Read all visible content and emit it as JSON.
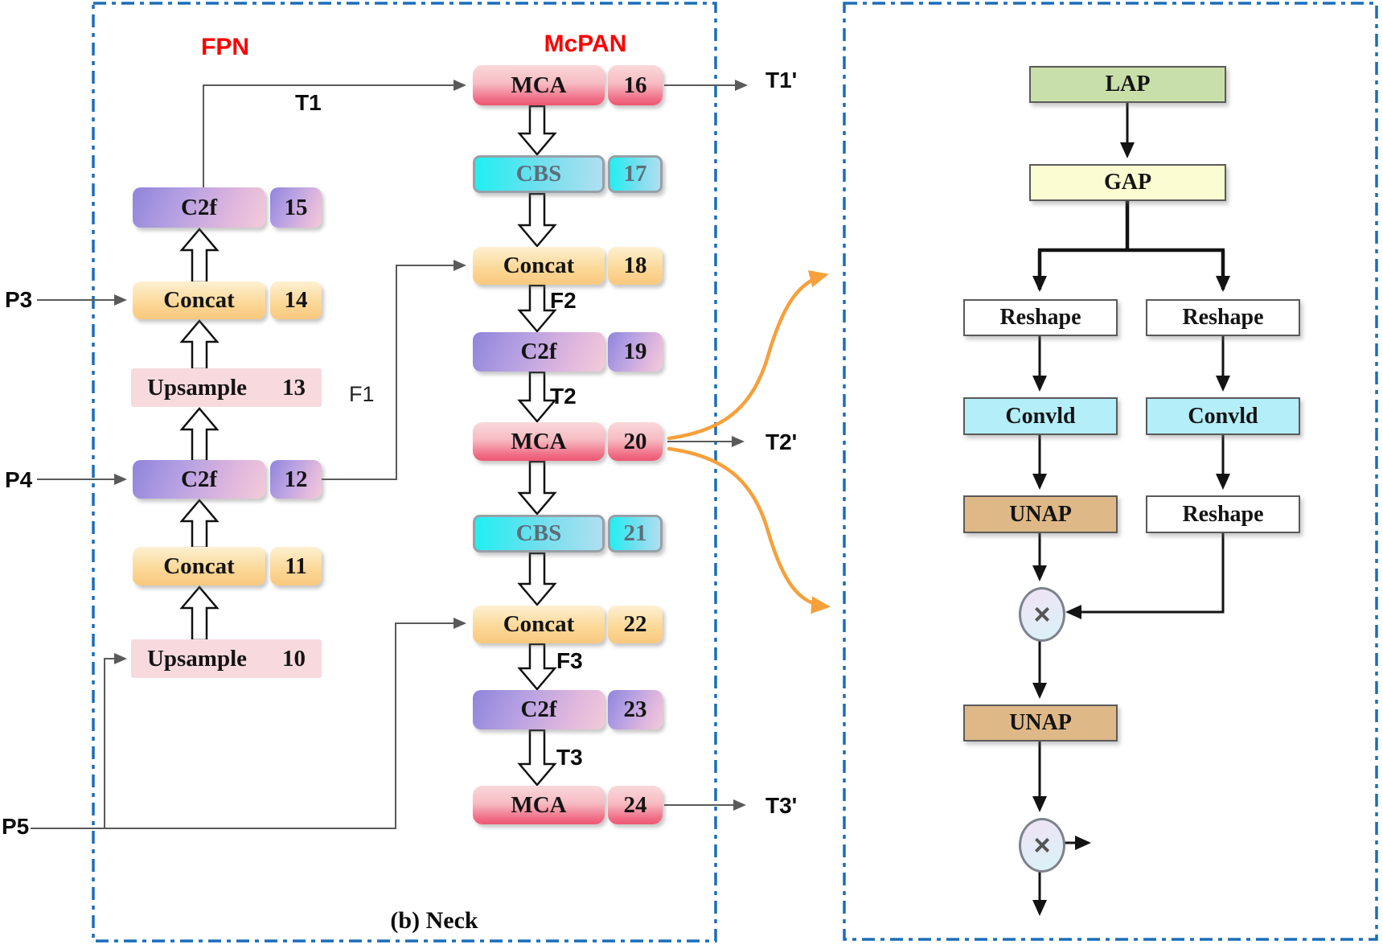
{
  "caption": "(b) Neck",
  "neck": {
    "fpn_label": "FPN",
    "mcpan_label": "McPAN",
    "inputs": {
      "p3": "P3",
      "p4": "P4",
      "p5": "P5"
    },
    "outputs": {
      "t1": "T1'",
      "t2": "T2'",
      "t3": "T3'"
    },
    "edges": {
      "t1": "T1",
      "f1": "F1",
      "f2": "F2",
      "t2": "T2",
      "f3": "F3",
      "t3": "T3"
    },
    "fpn_nodes": [
      {
        "label": "C2f",
        "num": "15"
      },
      {
        "label": "Concat",
        "num": "14"
      },
      {
        "label": "Upsample",
        "num": "13"
      },
      {
        "label": "C2f",
        "num": "12"
      },
      {
        "label": "Concat",
        "num": "11"
      },
      {
        "label": "Upsample",
        "num": "10"
      }
    ],
    "mcpan_nodes": [
      {
        "label": "MCA",
        "num": "16"
      },
      {
        "label": "CBS",
        "num": "17"
      },
      {
        "label": "Concat",
        "num": "18"
      },
      {
        "label": "C2f",
        "num": "19"
      },
      {
        "label": "MCA",
        "num": "20"
      },
      {
        "label": "CBS",
        "num": "21"
      },
      {
        "label": "Concat",
        "num": "22"
      },
      {
        "label": "C2f",
        "num": "23"
      },
      {
        "label": "MCA",
        "num": "24"
      }
    ]
  },
  "mca_detail": {
    "lap": "LAP",
    "gap": "GAP",
    "reshape_left": "Reshape",
    "reshape_right": "Reshape",
    "convld_left": "Convld",
    "convld_right": "Convld",
    "unap_left": "UNAP",
    "reshape_right_2": "Reshape",
    "unap_bottom": "UNAP",
    "multiply": "×"
  },
  "colors": {
    "panel_border": "#1b6db8",
    "arrow_orange": "#f6a03c",
    "heading_red": "#fa0000",
    "wire_gray": "#5a5a5a",
    "arrow_black": "#131313"
  }
}
